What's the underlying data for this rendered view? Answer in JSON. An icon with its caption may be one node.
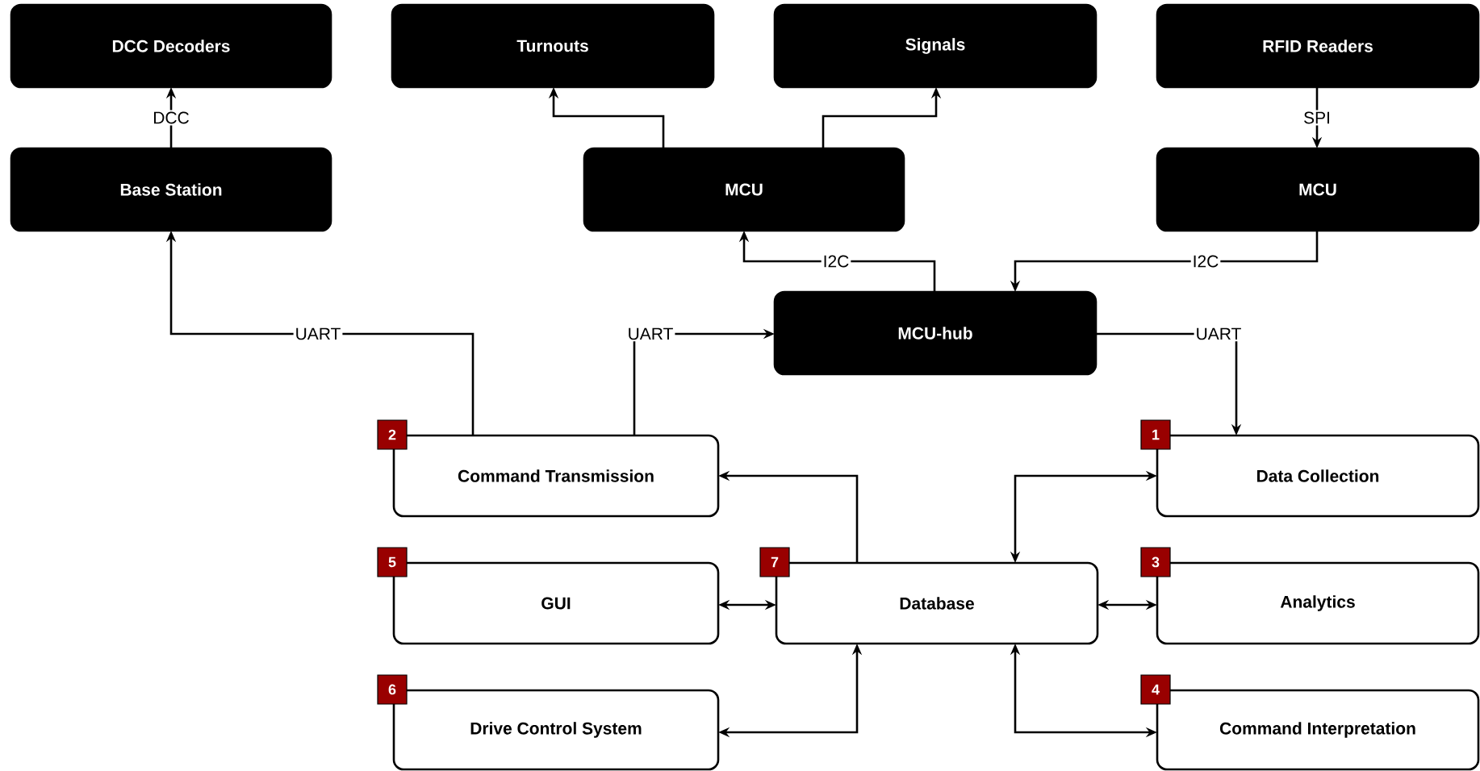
{
  "diagram": {
    "nodes": [
      {
        "text": [
          "DCC Decoders"
        ]
      },
      {
        "text": [
          "Turnouts"
        ]
      },
      {
        "text": [
          "Signals"
        ]
      },
      {
        "text": [
          "RFID Readers"
        ]
      },
      {
        "text": [
          "Base Station"
        ]
      },
      {
        "text": [
          "MCU"
        ]
      },
      {
        "text": [
          "MCU"
        ]
      },
      {
        "text": [
          "MCU-hub"
        ]
      },
      {
        "text": [
          "Command Transmission"
        ],
        "beside": [
          "2"
        ]
      },
      {
        "text": [
          "Data Collection"
        ],
        "beside": [
          "1"
        ]
      },
      {
        "text": [
          "GUI"
        ],
        "beside": [
          "5"
        ]
      },
      {
        "text": [
          "Database"
        ],
        "beside": [
          "7"
        ]
      },
      {
        "text": [
          "Analytics"
        ],
        "beside": [
          "3"
        ]
      },
      {
        "text": [
          "Drive Control System"
        ],
        "beside": [
          "6"
        ]
      },
      {
        "text": [
          "Command Interpretation"
        ],
        "beside": [
          "4"
        ]
      }
    ],
    "edges": [
      {
        "from": 4,
        "to": 0,
        "arrow": "to",
        "label": "DCC"
      },
      {
        "from": 5,
        "to": 1,
        "arrow": "to"
      },
      {
        "from": 5,
        "to": 2,
        "arrow": "to"
      },
      {
        "from": 3,
        "to": 6,
        "arrow": "to",
        "label": "SPI"
      },
      {
        "from": 7,
        "to": 5,
        "arrow": "to",
        "label": "I2C"
      },
      {
        "from": 6,
        "to": 7,
        "arrow": "to",
        "label": "I2C"
      },
      {
        "from": 8,
        "to": 4,
        "arrow": "to",
        "label": "UART"
      },
      {
        "from": 8,
        "to": 7,
        "arrow": "to",
        "label": "UART"
      },
      {
        "from": 7,
        "to": 9,
        "arrow": "to",
        "label": "UART"
      },
      {
        "from": 11,
        "to": 8,
        "arrow": "to"
      },
      {
        "from": 11,
        "to": 9,
        "arrow": "both"
      },
      {
        "from": 10,
        "to": 11,
        "arrow": "both"
      },
      {
        "from": 11,
        "to": 12,
        "arrow": "both"
      },
      {
        "from": 11,
        "to": 13,
        "arrow": "both"
      },
      {
        "from": 11,
        "to": 14,
        "arrow": "both"
      }
    ]
  }
}
